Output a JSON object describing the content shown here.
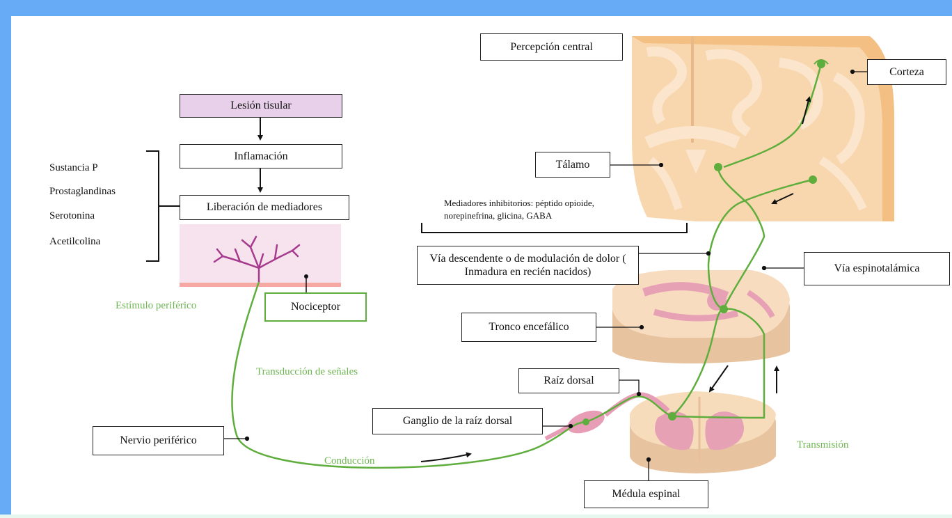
{
  "colors": {
    "frame": "#67aaf6",
    "nerve": "#5fae3d",
    "green_text": "#6fb552",
    "pink_box": "#e8d0ea",
    "tissue": "#f6e3ee",
    "neuron_branch": "#a63b8e",
    "brain": "#f8d7ae",
    "spinal": "#f6dcbb",
    "gray_matter": "#e6a2b4"
  },
  "boxes": {
    "lesion": "Lesión tisular",
    "inflammation": "Inflamación",
    "mediator_release": "Liberación de mediadores",
    "nociceptor": "Nociceptor",
    "peripheral_nerve": "Nervio periférico",
    "central_perception": "Percepción central",
    "cortex": "Corteza",
    "thalamus": "Tálamo",
    "descending_pathway": "Vía descendente o de modulación de dolor ( Inmadura en recién nacidos)",
    "spinothalamic_tract": "Vía espinotalámica",
    "brainstem": "Tronco encefálico",
    "dorsal_root": "Raíz dorsal",
    "dorsal_root_ganglion": "Ganglio de la raíz dorsal",
    "spinal_cord": "Médula espinal"
  },
  "mediators": [
    "Sustancia P",
    "Prostaglandinas",
    "Serotonina",
    "Acetilcolina"
  ],
  "green_labels": {
    "peripheral_stimulus": "Estímulo periférico",
    "signal_transduction": "Transducción de señales",
    "conduction": "Conducción",
    "transmission": "Transmisión"
  },
  "inhibitory_mediators": {
    "line1": "Mediadores inhibitorios: péptido opioide,",
    "line2": "norepinefrina, glicina, GABA"
  }
}
